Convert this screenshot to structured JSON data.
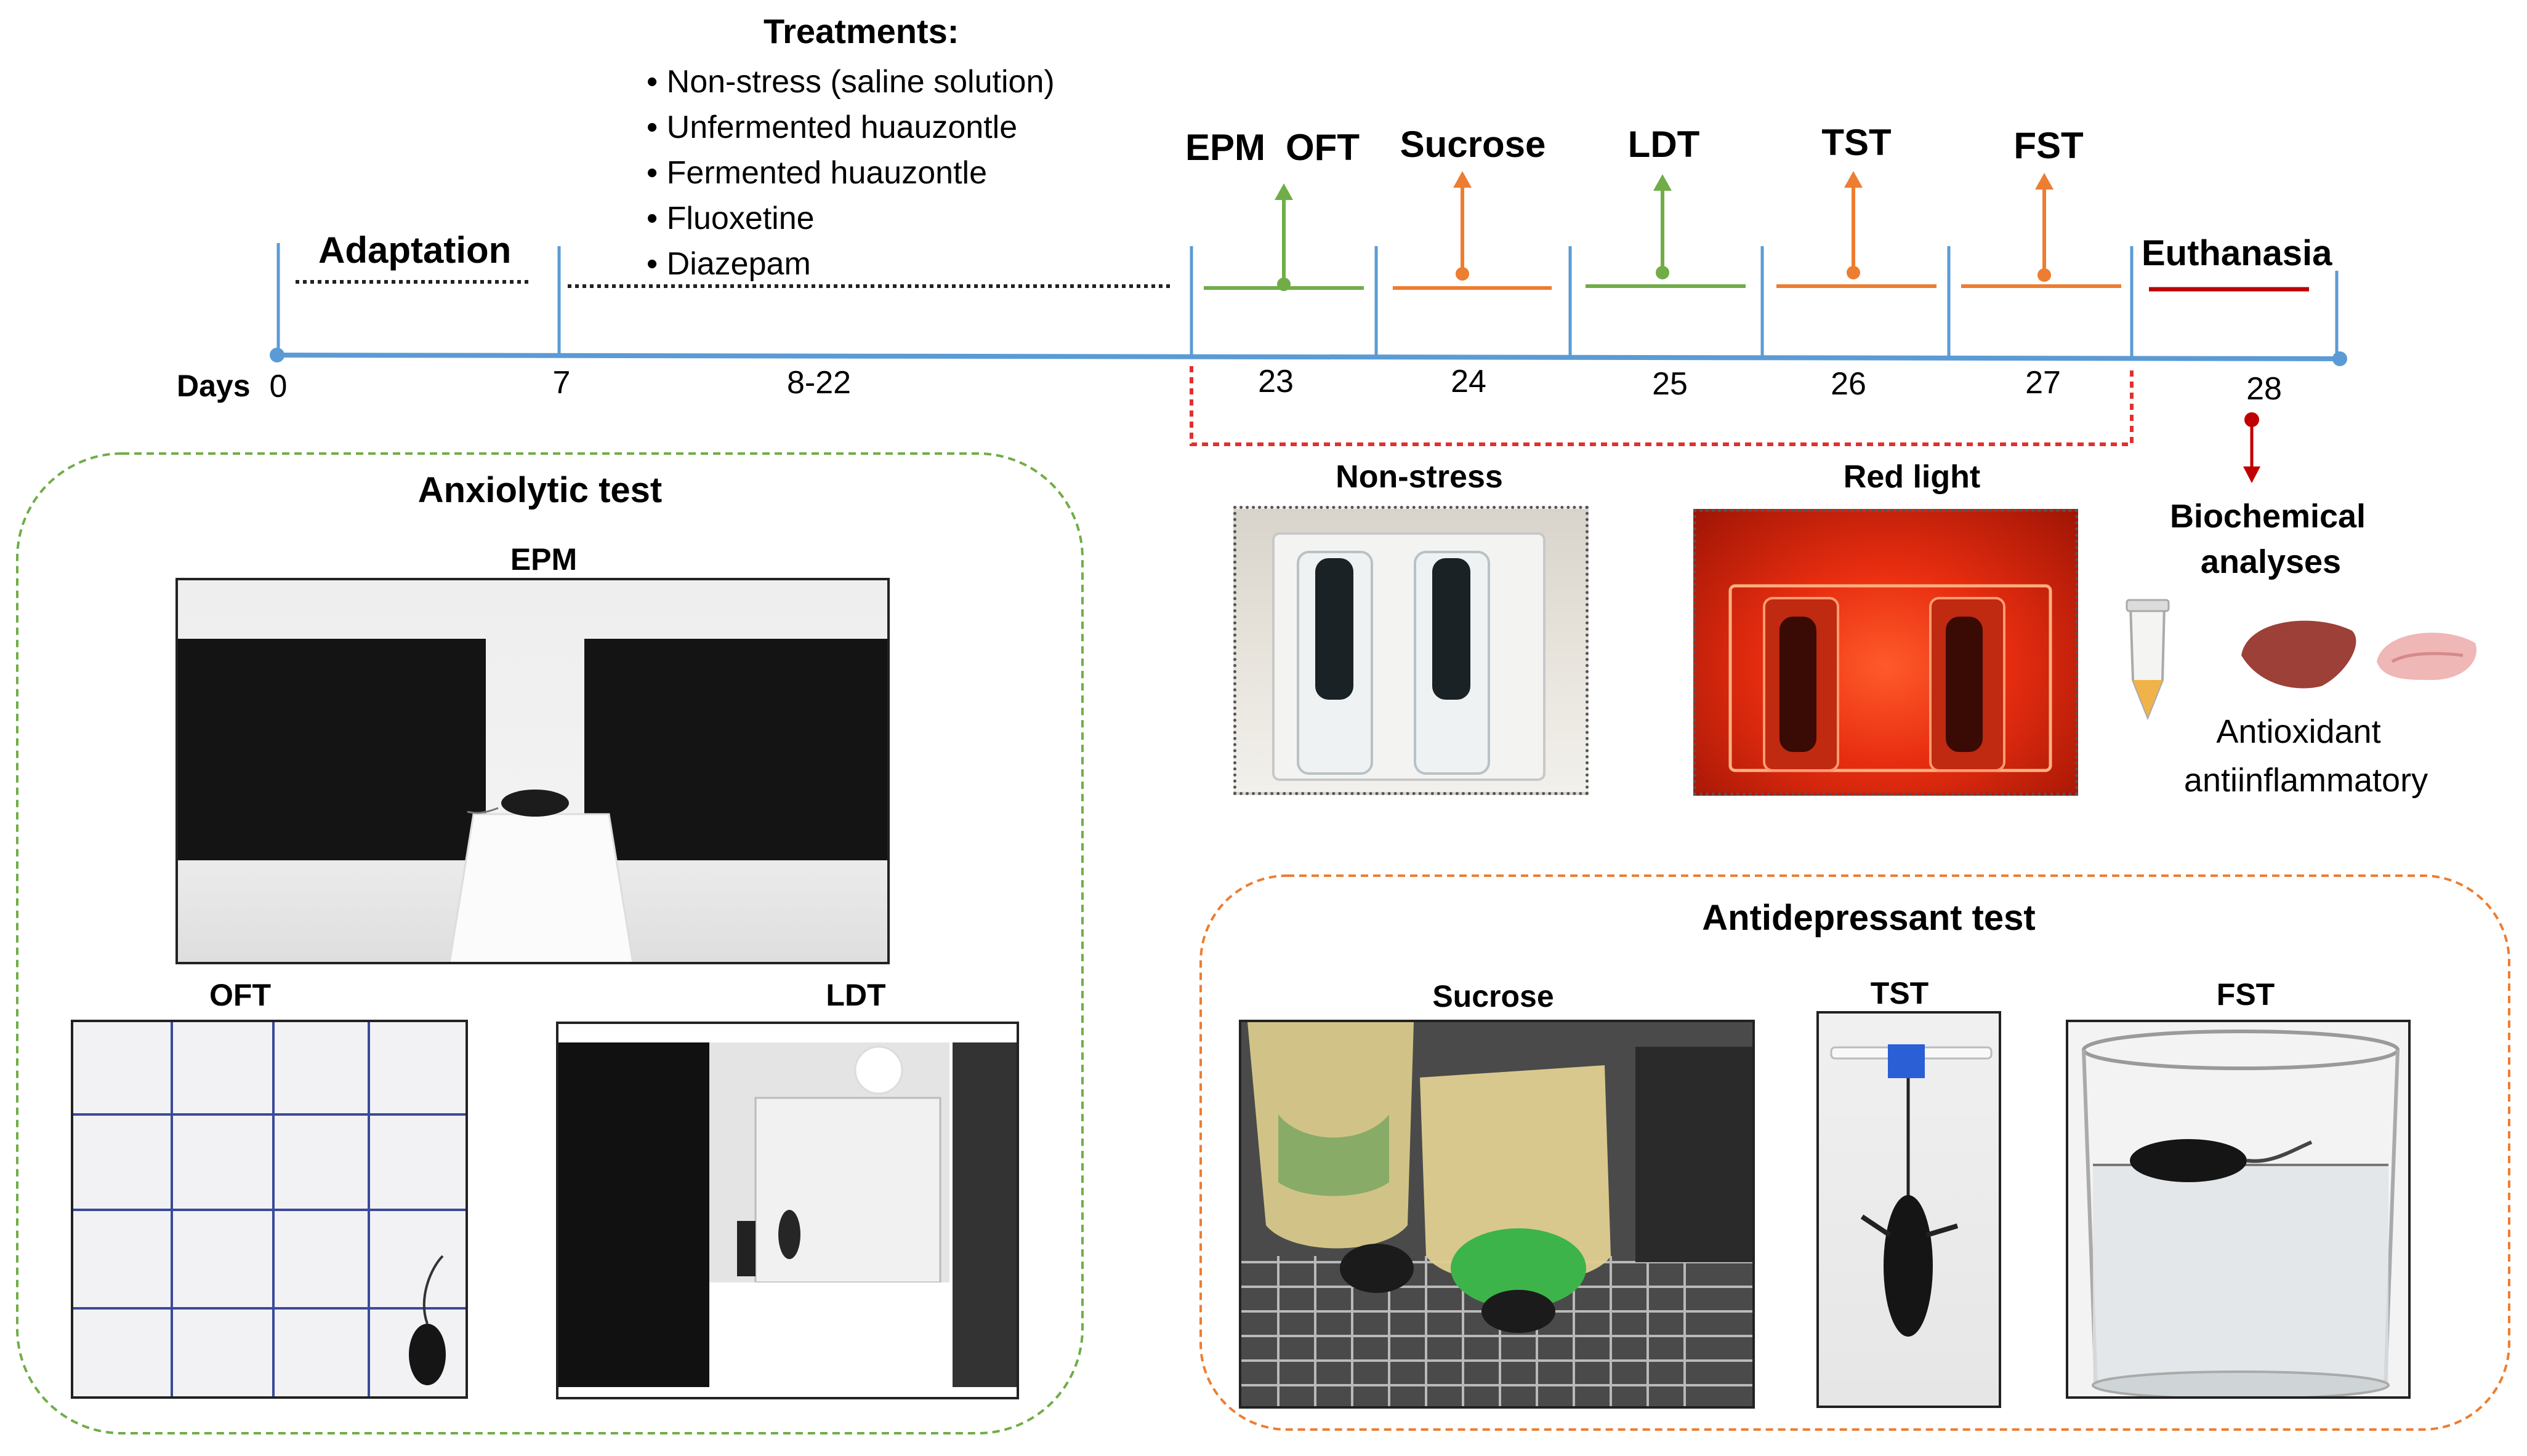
{
  "timeline": {
    "days_label": "Days",
    "ticks": [
      "0",
      "7",
      "8-22",
      "23",
      "24",
      "25",
      "26",
      "27",
      "28"
    ],
    "adaptation_label": "Adaptation",
    "euthanasia_label": "Euthanasia",
    "test_labels": [
      "EPM",
      "OFT",
      "Sucrose",
      "LDT",
      "TST",
      "FST"
    ]
  },
  "treatments": {
    "title": "Treatments:",
    "items": [
      "Non-stress (saline solution)",
      "Unfermented huauzontle",
      "Fermented huauzontle",
      "Fluoxetine",
      "Diazepam"
    ]
  },
  "stress_panel": {
    "non_stress_label": "Non-stress",
    "red_light_label": "Red light"
  },
  "biochem": {
    "title_line1": "Biochemical",
    "title_line2": "analyses",
    "sub_line1": "Antioxidant",
    "sub_line2": "antiinflammatory"
  },
  "anxiolytic": {
    "title": "Anxiolytic test",
    "epm_label": "EPM",
    "oft_label": "OFT",
    "ldt_label": "LDT"
  },
  "antidepressant": {
    "title": "Antidepressant test",
    "sucrose_label": "Sucrose",
    "tst_label": "TST",
    "fst_label": "FST"
  },
  "colors": {
    "timeline_blue": "#5b9bd5",
    "green": "#70ad47",
    "orange": "#ed7d31",
    "dark_red": "#c00000",
    "red_dotted": "#e03030"
  }
}
